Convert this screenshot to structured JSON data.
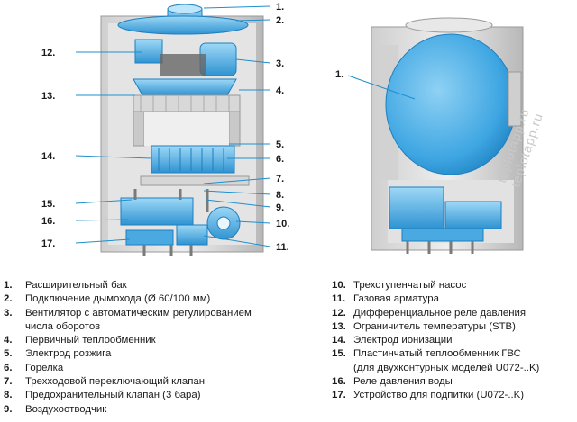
{
  "watermark": "teplotapp.ru  teplotapp.ru",
  "callouts_front": [
    "1.",
    "2.",
    "3.",
    "4.",
    "5.",
    "6.",
    "7.",
    "8.",
    "9.",
    "10.",
    "11.",
    "12.",
    "13.",
    "14.",
    "15.",
    "16.",
    "17."
  ],
  "callouts_back": [
    "1."
  ],
  "legend_left": [
    {
      "num": "1.",
      "text": "Расширительный бак"
    },
    {
      "num": "2.",
      "text": "Подключение дымохода (Ø 60/100 мм)"
    },
    {
      "num": "3.",
      "text": "Вентилятор с автоматическим регулированием\nчисла оборотов"
    },
    {
      "num": "4.",
      "text": "Первичный теплообменник"
    },
    {
      "num": "5.",
      "text": "Электрод розжига"
    },
    {
      "num": "6.",
      "text": "Горелка"
    },
    {
      "num": "7.",
      "text": "Трехходовой переключающий клапан"
    },
    {
      "num": "8.",
      "text": "Предохранительный клапан (3 бара)"
    },
    {
      "num": "9.",
      "text": "Воздухоотводчик"
    }
  ],
  "legend_right": [
    {
      "num": "10.",
      "text": "Трехступенчатый насос"
    },
    {
      "num": "11.",
      "text": "Газовая арматура"
    },
    {
      "num": "12.",
      "text": "Дифференциальное  реле давления"
    },
    {
      "num": "13.",
      "text": "Ограничитель  температуры  (STB)"
    },
    {
      "num": "14.",
      "text": "Электрод ионизации"
    },
    {
      "num": "15.",
      "text": "Пластинчатый теплообменник ГВС\n(для двухконтурных моделей U072-..K)"
    },
    {
      "num": "16.",
      "text": "Реле давления воды"
    },
    {
      "num": "17.",
      "text": "Устройство для подпитки (U072-..K)"
    }
  ]
}
